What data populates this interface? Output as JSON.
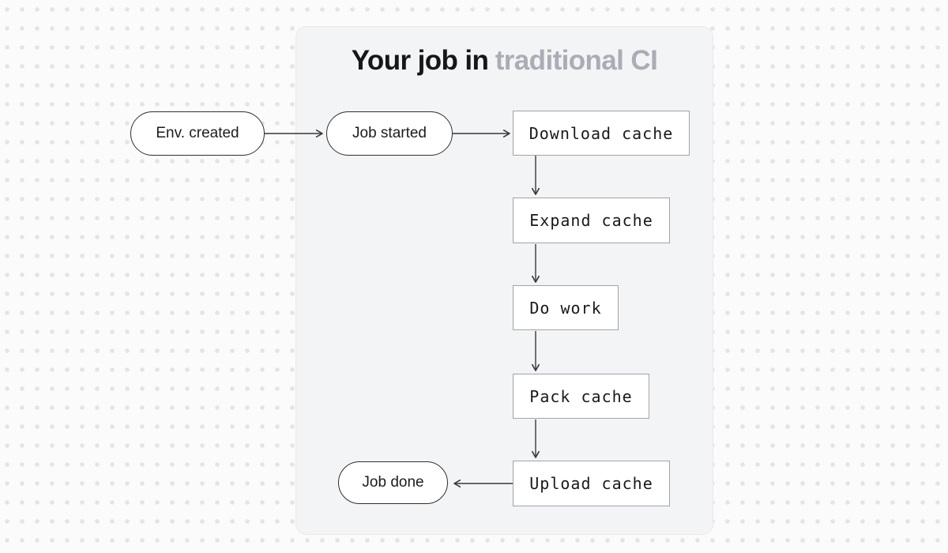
{
  "title": {
    "primary": "Your job in",
    "secondary": "traditional CI"
  },
  "nodes": {
    "env_created": {
      "label": "Env. created",
      "shape": "pill"
    },
    "job_started": {
      "label": "Job started",
      "shape": "pill"
    },
    "download_cache": {
      "label": "Download cache",
      "shape": "rect"
    },
    "expand_cache": {
      "label": "Expand cache",
      "shape": "rect"
    },
    "do_work": {
      "label": "Do work",
      "shape": "rect"
    },
    "pack_cache": {
      "label": "Pack cache",
      "shape": "rect"
    },
    "upload_cache": {
      "label": "Upload cache",
      "shape": "rect"
    },
    "job_done": {
      "label": "Job done",
      "shape": "pill"
    }
  },
  "edges": [
    {
      "from": "env_created",
      "to": "job_started"
    },
    {
      "from": "job_started",
      "to": "download_cache"
    },
    {
      "from": "download_cache",
      "to": "expand_cache"
    },
    {
      "from": "expand_cache",
      "to": "do_work"
    },
    {
      "from": "do_work",
      "to": "pack_cache"
    },
    {
      "from": "pack_cache",
      "to": "upload_cache"
    },
    {
      "from": "upload_cache",
      "to": "job_done"
    }
  ],
  "colors": {
    "page_bg": "#fbfbfb",
    "dot_grid": "#e4e4e6",
    "panel_bg": "#f3f4f6",
    "panel_border": "#e9e9eb",
    "pill_border": "#2f2f31",
    "task_border": "#a1a3a7",
    "arrow": "#38383a",
    "title_primary": "#16171a",
    "title_secondary": "#a9adb4"
  }
}
